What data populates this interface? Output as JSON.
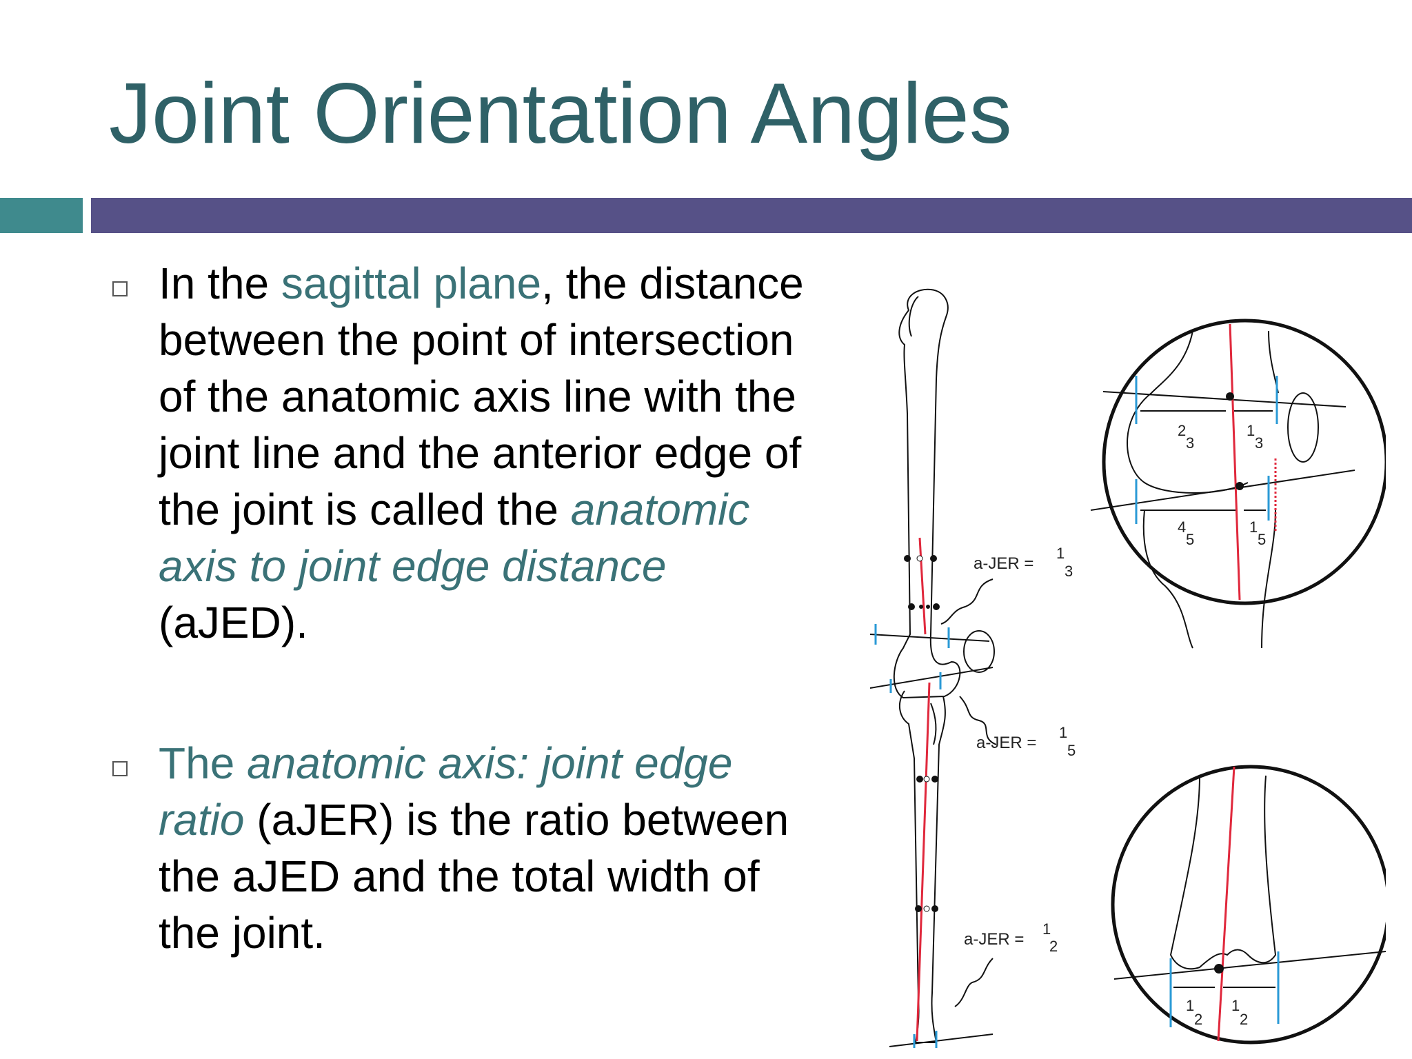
{
  "slide": {
    "title": "Joint Orientation Angles",
    "accent_colors": {
      "teal": "#3f8a8d",
      "purple": "#565187",
      "title": "#2f6167",
      "highlight": "#3a7277"
    }
  },
  "bullets": [
    {
      "icon": "hollow-square-bullet",
      "segments": [
        {
          "text": "In the "
        },
        {
          "text": "sagittal plane",
          "style": "highlight"
        },
        {
          "text": ", the distance between the point of intersection of the anatomic axis line with the joint line and the anterior edge of the joint is called the "
        },
        {
          "text": "anatomic axis to joint edge distance",
          "style": "highlight-italic"
        },
        {
          "text": " (aJED)."
        }
      ]
    },
    {
      "icon": "hollow-square-bullet",
      "segments": [
        {
          "text": "The ",
          "style": "highlight"
        },
        {
          "text": "anatomic axis: joint edge ratio",
          "style": "highlight-italic"
        },
        {
          "text": " (aJER) is the ratio between the aJED and the total width of the joint."
        }
      ]
    }
  ],
  "figure": {
    "labels": {
      "femur": "a-JER =",
      "femur_frac": {
        "num": "1",
        "den": "3"
      },
      "tibia_prox": "a-JER =",
      "tibia_prox_frac": {
        "num": "1",
        "den": "5"
      },
      "tibia_dist": "a-JER =",
      "tibia_dist_frac": {
        "num": "1",
        "den": "2"
      }
    },
    "inset_top": {
      "femur_left": {
        "num": "2",
        "den": "3"
      },
      "femur_right": {
        "num": "1",
        "den": "3"
      },
      "tibia_left": {
        "num": "4",
        "den": "5"
      },
      "tibia_right": {
        "num": "1",
        "den": "5"
      }
    },
    "inset_bottom": {
      "left": {
        "num": "1",
        "den": "2"
      },
      "right": {
        "num": "1",
        "den": "2"
      }
    }
  }
}
